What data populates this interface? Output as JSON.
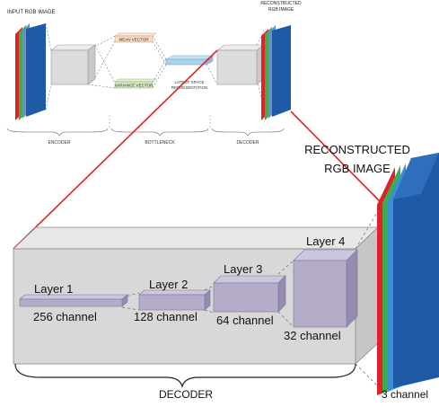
{
  "overview": {
    "input_label": "INPUT RGB IMAGE",
    "output_label_line1": "RECONSTRUCTED",
    "output_label_line2": "RGB IMAGE",
    "mean_vector": "MEAN VECTOR",
    "variance_vector": "VARIANCE VECTOR",
    "latent_line1": "LATENT SPACE",
    "latent_line2": "REPRESENTATION",
    "encoder": "ENCODER",
    "bottleneck": "BOTTLENECK",
    "decoder": "DECODER"
  },
  "detail": {
    "output_label_line1": "RECONSTRUCTED",
    "output_label_line2": "RGB IMAGE",
    "decoder_label": "DECODER",
    "output_channels": "3 channel",
    "layers": [
      {
        "name": "Layer 1",
        "channels": "256 channel"
      },
      {
        "name": "Layer 2",
        "channels": "128 channel"
      },
      {
        "name": "Layer 3",
        "channels": "64 channel"
      },
      {
        "name": "Layer 4",
        "channels": "32 channel"
      }
    ]
  },
  "colors": {
    "red": "#e3202a",
    "green": "#3fae49",
    "blue": "#1f5aa6",
    "layer_fill": "#b4acc9",
    "decoder_box": "#d8d8d8",
    "mean_fill": "#f7dcc4",
    "variance_fill": "#d6e8c4",
    "latent_fill": "#a9d3e8"
  }
}
